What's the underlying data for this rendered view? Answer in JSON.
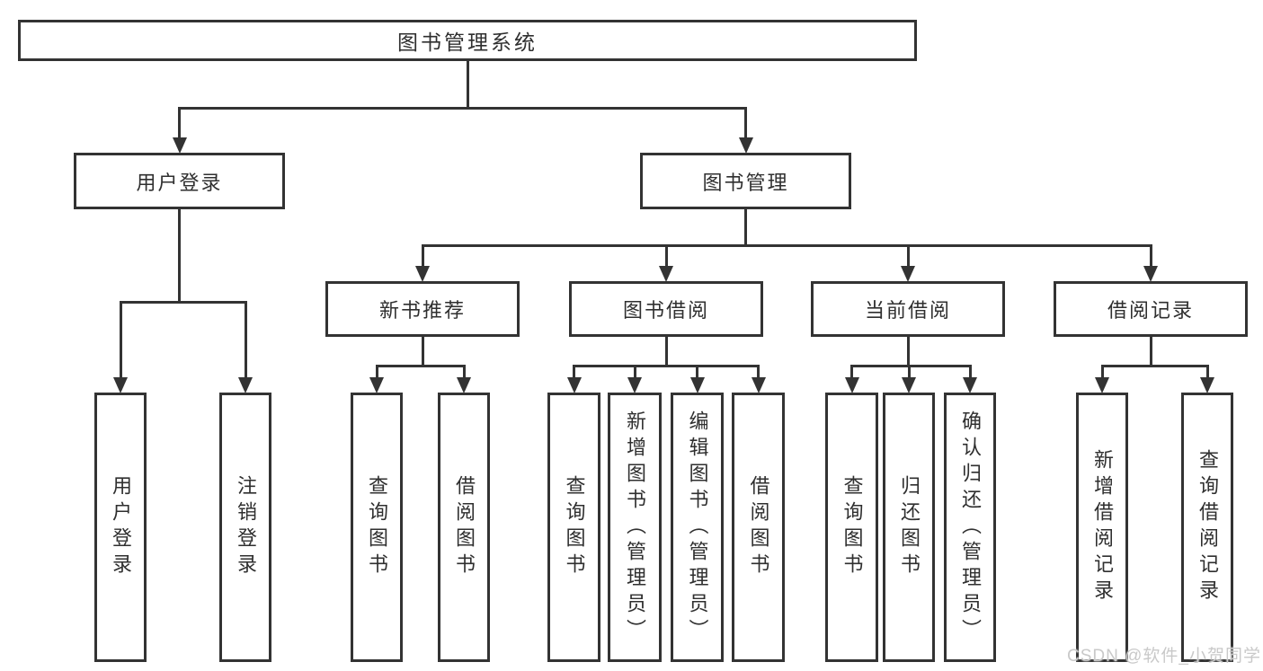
{
  "diagram": {
    "title": "图书管理系统",
    "watermark": "CSDN @软件_小贺同学",
    "colors": {
      "line": "#333333",
      "box_border": "#333333",
      "text": "#2f2f2f",
      "background": "#ffffff",
      "watermark": "#c9c9c9"
    },
    "nodes": [
      {
        "id": "root",
        "label": "图书管理系统",
        "level": 1
      },
      {
        "id": "user-login",
        "label": "用户登录",
        "level": 2
      },
      {
        "id": "book-mgmt",
        "label": "图书管理",
        "level": 2
      },
      {
        "id": "new-book-rec",
        "label": "新书推荐",
        "level": 3
      },
      {
        "id": "book-borrow",
        "label": "图书借阅",
        "level": 3
      },
      {
        "id": "current-borrow",
        "label": "当前借阅",
        "level": 3
      },
      {
        "id": "borrow-records",
        "label": "借阅记录",
        "level": 3
      },
      {
        "id": "login-leaf",
        "label": "用户登录",
        "level": 4
      },
      {
        "id": "logout-leaf",
        "label": "注销登录",
        "level": 4
      },
      {
        "id": "rec-query",
        "label": "查询图书",
        "level": 4
      },
      {
        "id": "rec-borrow",
        "label": "借阅图书",
        "level": 4
      },
      {
        "id": "bb-query",
        "label": "查询图书",
        "level": 4
      },
      {
        "id": "bb-add",
        "label": "新增图书（管理员）",
        "level": 4
      },
      {
        "id": "bb-edit",
        "label": "编辑图书（管理员）",
        "level": 4
      },
      {
        "id": "bb-borrow",
        "label": "借阅图书",
        "level": 4
      },
      {
        "id": "cb-query",
        "label": "查询图书",
        "level": 4
      },
      {
        "id": "cb-return",
        "label": "归还图书",
        "level": 4
      },
      {
        "id": "cb-confirm",
        "label": "确认归还（管理员）",
        "level": 4
      },
      {
        "id": "br-add",
        "label": "新增借阅记录",
        "level": 4
      },
      {
        "id": "br-query",
        "label": "查询借阅记录",
        "level": 4
      }
    ],
    "hierarchy": [
      {
        "parent": "root",
        "children": [
          "user-login",
          "book-mgmt"
        ]
      },
      {
        "parent": "user-login",
        "children": [
          "login-leaf",
          "logout-leaf"
        ]
      },
      {
        "parent": "book-mgmt",
        "children": [
          "new-book-rec",
          "book-borrow",
          "current-borrow",
          "borrow-records"
        ]
      },
      {
        "parent": "new-book-rec",
        "children": [
          "rec-query",
          "rec-borrow"
        ]
      },
      {
        "parent": "book-borrow",
        "children": [
          "bb-query",
          "bb-add",
          "bb-edit",
          "bb-borrow"
        ]
      },
      {
        "parent": "current-borrow",
        "children": [
          "cb-query",
          "cb-return",
          "cb-confirm"
        ]
      },
      {
        "parent": "borrow-records",
        "children": [
          "br-add",
          "br-query"
        ]
      }
    ]
  }
}
